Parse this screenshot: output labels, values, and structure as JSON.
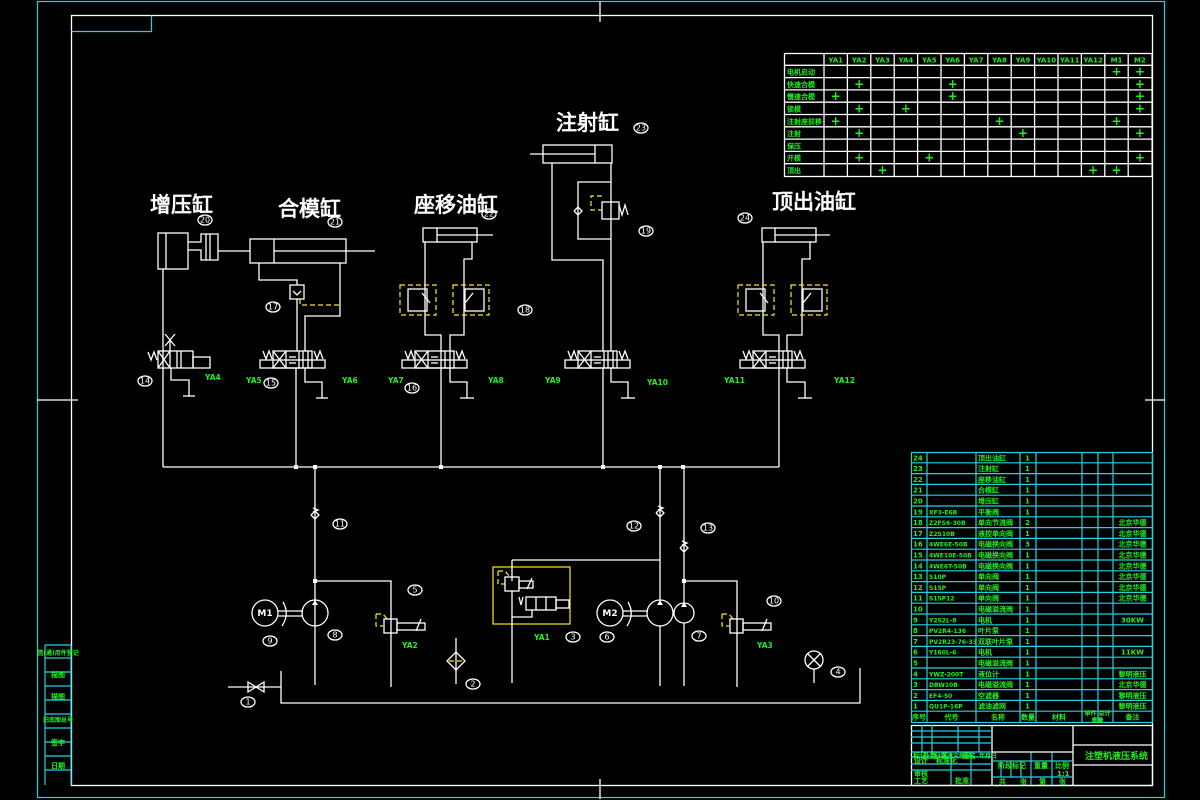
{
  "drawing": {
    "title": "注塑机液压系统",
    "scale": "1:1",
    "colors": {
      "background": "#000000",
      "frame_outer": "#22d3e0",
      "lines": "#ffffff",
      "text_annotation": "#22ee22",
      "dashed_pilot": "#ffe81a"
    }
  },
  "components": {
    "booster_cylinder": {
      "label": "增压缸",
      "num": "20"
    },
    "mold_cylinder": {
      "label": "合模缸",
      "num": "21"
    },
    "seat_cylinder": {
      "label": "座移油缸",
      "num": "22"
    },
    "injection_cylinder": {
      "label": "注射缸",
      "num": "23"
    },
    "ejector_cylinder": {
      "label": "顶出油缸",
      "num": "24"
    }
  },
  "callouts": [
    "1",
    "2",
    "3",
    "4",
    "5",
    "6",
    "7",
    "8",
    "9",
    "10",
    "11",
    "12",
    "13",
    "14",
    "15",
    "16",
    "17",
    "18",
    "19"
  ],
  "solenoids": [
    "YA1",
    "YA2",
    "YA3",
    "YA4",
    "YA5",
    "YA6",
    "YA7",
    "YA8",
    "YA9",
    "YA10",
    "YA11",
    "YA12"
  ],
  "motors": [
    "M1",
    "M2"
  ],
  "action_table": {
    "headers": [
      "",
      "YA1",
      "YA2",
      "YA3",
      "YA4",
      "YA5",
      "YA6",
      "YA7",
      "YA8",
      "YA9",
      "YA10",
      "YA11",
      "YA12",
      "M1",
      "M2"
    ],
    "rows": [
      {
        "action": "电机启动",
        "cells": [
          "",
          "",
          "",
          "",
          "",
          "",
          "",
          "",
          "",
          "",
          "",
          "",
          "+",
          "+"
        ]
      },
      {
        "action": "快速合模",
        "cells": [
          "",
          "+",
          "",
          "",
          "",
          "+",
          "",
          "",
          "",
          "",
          "",
          "",
          "",
          "+"
        ]
      },
      {
        "action": "慢速合模",
        "cells": [
          "+",
          "",
          "",
          "",
          "",
          "+",
          "",
          "",
          "",
          "",
          "",
          "",
          "",
          "+"
        ]
      },
      {
        "action": "锁模",
        "cells": [
          "",
          "+",
          "",
          "+",
          "",
          "",
          "",
          "",
          "",
          "",
          "",
          "",
          "",
          "+"
        ]
      },
      {
        "action": "注射座前移",
        "cells": [
          "+",
          "",
          "",
          "",
          "",
          "",
          "",
          "+",
          "",
          "",
          "",
          "",
          "+",
          ""
        ]
      },
      {
        "action": "注射",
        "cells": [
          "",
          "+",
          "",
          "",
          "",
          "",
          "",
          "",
          "+",
          "",
          "",
          "",
          "",
          "+"
        ]
      },
      {
        "action": "保压",
        "cells": [
          "",
          "",
          "",
          "",
          "",
          "",
          "",
          "",
          "",
          "",
          "",
          "",
          "",
          ""
        ]
      },
      {
        "action": "开模",
        "cells": [
          "",
          "+",
          "",
          "",
          "+",
          "",
          "",
          "",
          "",
          "",
          "",
          "",
          "",
          "+"
        ]
      },
      {
        "action": "顶出",
        "cells": [
          "",
          "",
          "+",
          "",
          "",
          "",
          "",
          "",
          "",
          "",
          "",
          "+",
          "+",
          ""
        ]
      }
    ]
  },
  "parts_list": {
    "headers": {
      "seq": "序号",
      "code": "代号",
      "name": "名称",
      "qty": "数量",
      "material": "材料",
      "unit_weight": "单件",
      "total_weight": "总计",
      "weight_group": "重量",
      "note": "备注"
    },
    "rows": [
      {
        "seq": "24",
        "code": "",
        "name": "顶出油缸",
        "qty": "1",
        "note": ""
      },
      {
        "seq": "23",
        "code": "",
        "name": "注射缸",
        "qty": "1",
        "note": ""
      },
      {
        "seq": "22",
        "code": "",
        "name": "座移油缸",
        "qty": "1",
        "note": ""
      },
      {
        "seq": "21",
        "code": "",
        "name": "合模缸",
        "qty": "1",
        "note": ""
      },
      {
        "seq": "20",
        "code": "",
        "name": "增压缸",
        "qty": "1",
        "note": ""
      },
      {
        "seq": "19",
        "code": "XF3-E6B",
        "name": "平衡阀",
        "qty": "1",
        "note": ""
      },
      {
        "seq": "18",
        "code": "Z2FS6-30B",
        "name": "单向节流阀",
        "qty": "2",
        "note": "北京华德"
      },
      {
        "seq": "17",
        "code": "Z2S10B",
        "name": "液控单向阀",
        "qty": "1",
        "note": "北京华德"
      },
      {
        "seq": "16",
        "code": "4WE6E-50B",
        "name": "电磁换向阀",
        "qty": "3",
        "note": "北京华德"
      },
      {
        "seq": "15",
        "code": "4WE10E-50B",
        "name": "电磁换向阀",
        "qty": "1",
        "note": "北京华德"
      },
      {
        "seq": "14",
        "code": "4WE6T-50B",
        "name": "电磁换向阀",
        "qty": "1",
        "note": "北京华德"
      },
      {
        "seq": "13",
        "code": "S10P",
        "name": "单向阀",
        "qty": "1",
        "note": "北京华德"
      },
      {
        "seq": "12",
        "code": "S15P",
        "name": "单向阀",
        "qty": "1",
        "note": "北京华德"
      },
      {
        "seq": "11",
        "code": "S15P12",
        "name": "单向阀",
        "qty": "1",
        "note": "北京华德"
      },
      {
        "seq": "10",
        "code": "",
        "name": "电磁溢流阀",
        "qty": "1",
        "note": ""
      },
      {
        "seq": "9",
        "code": "Y2S2L-8",
        "name": "电机",
        "qty": "1",
        "note": "30KW"
      },
      {
        "seq": "8",
        "code": "PV2R4-136",
        "name": "叶片泵",
        "qty": "1",
        "note": ""
      },
      {
        "seq": "7",
        "code": "PV2R23-76-33",
        "name": "双联叶片泵",
        "qty": "1",
        "note": ""
      },
      {
        "seq": "6",
        "code": "Y160L-6",
        "name": "电机",
        "qty": "1",
        "note": "11KW"
      },
      {
        "seq": "5",
        "code": "",
        "name": "电磁溢流阀",
        "qty": "1",
        "note": ""
      },
      {
        "seq": "4",
        "code": "YWZ-200T",
        "name": "液位计",
        "qty": "1",
        "note": "黎明液压"
      },
      {
        "seq": "3",
        "code": "DBW10B",
        "name": "电磁溢流阀",
        "qty": "1",
        "note": "北京华德"
      },
      {
        "seq": "2",
        "code": "EF4-50",
        "name": "空滤器",
        "qty": "1",
        "note": "黎明液压"
      },
      {
        "seq": "1",
        "code": "QU1P-16P",
        "name": "滤油滤网",
        "qty": "1",
        "note": "黎明液压"
      }
    ]
  },
  "title_block": {
    "left_labels": [
      "标记",
      "处数",
      "分区",
      "更改文件号",
      "签名",
      "年月日"
    ],
    "left_labels_row2": [
      "设计",
      "标准化"
    ],
    "left_labels_row3": [
      "审核",
      "工艺",
      "批准"
    ],
    "mid_labels": [
      "阶段标记",
      "重量",
      "比例"
    ],
    "mid_bottom": [
      "共",
      "张",
      "第",
      "张"
    ]
  },
  "side_stamp": {
    "rows": [
      "借(通)用件登记",
      "旧底图总号",
      "底图总号",
      "签字",
      "日期",
      "描图"
    ]
  }
}
